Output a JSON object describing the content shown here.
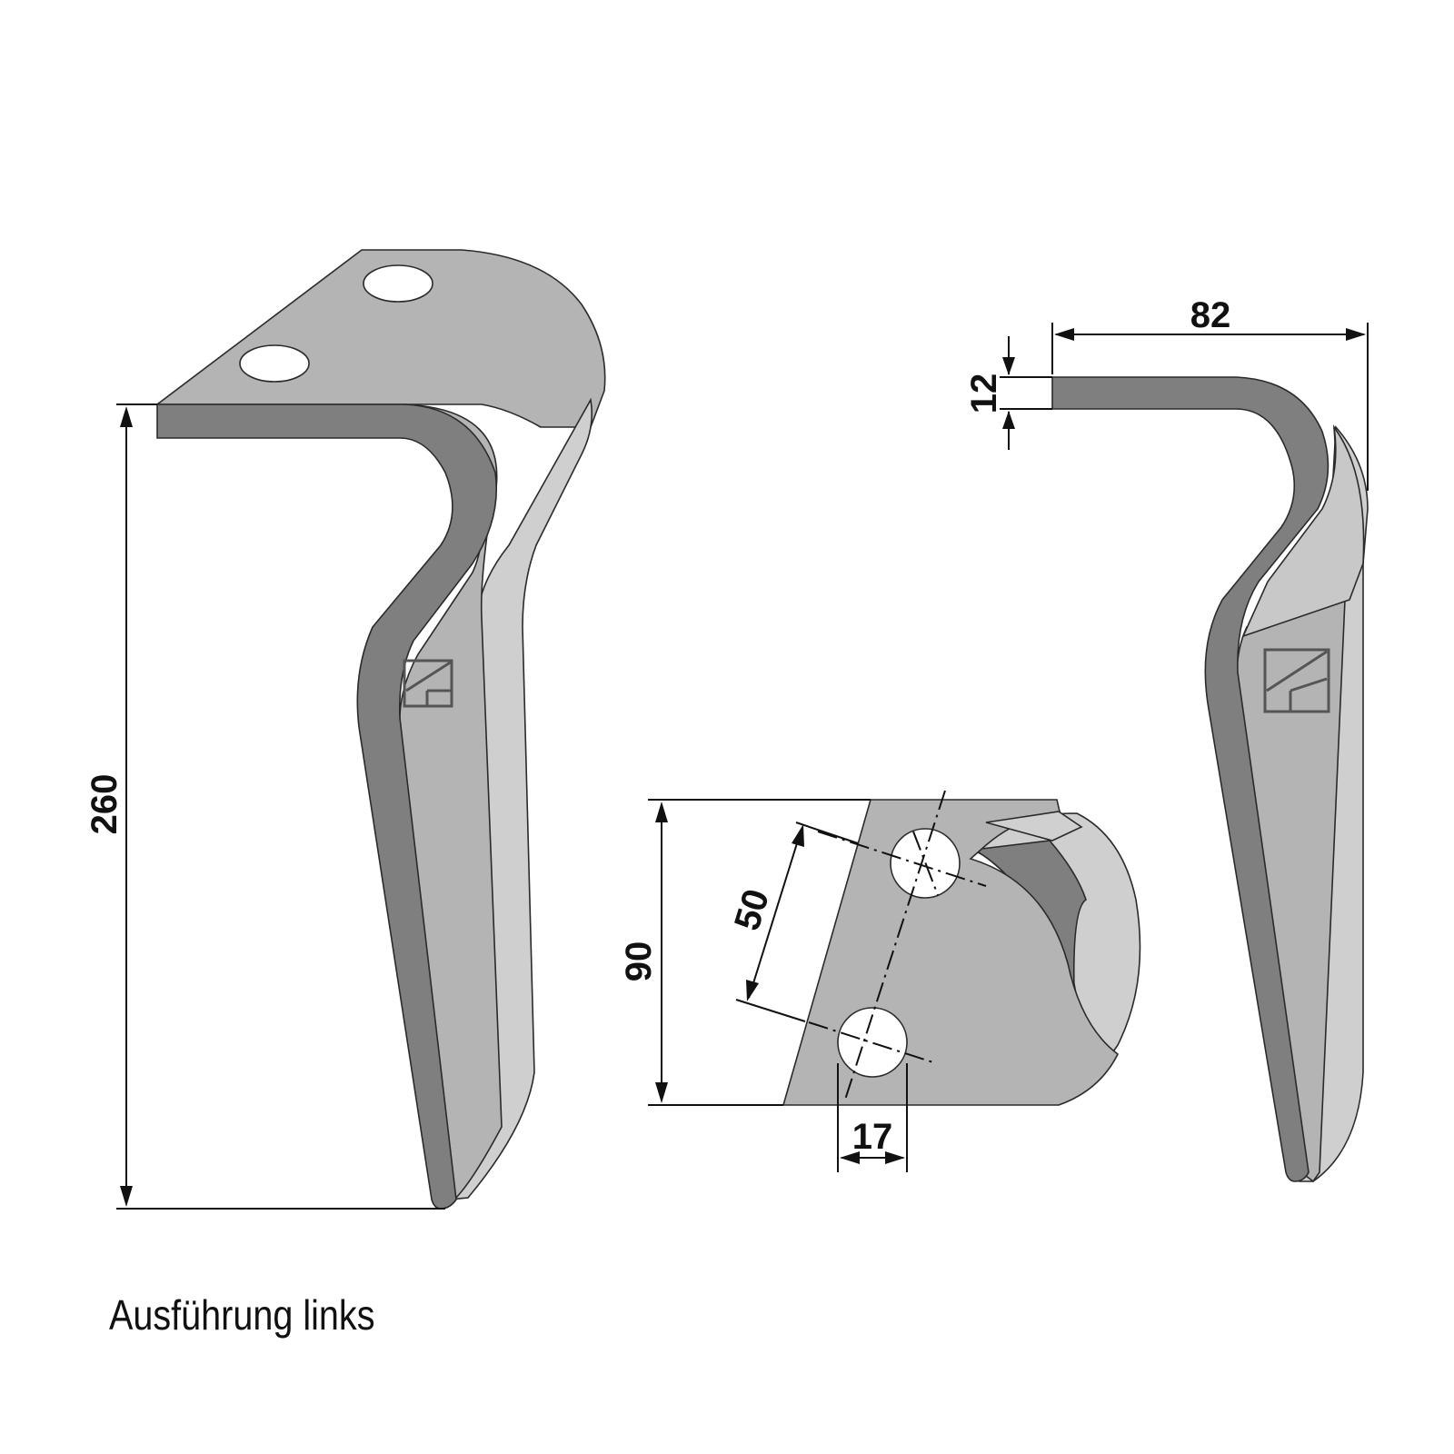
{
  "dimensions": {
    "height": "260",
    "width": "82",
    "thickness": "12",
    "flange_height": "90",
    "hole_spacing": "50",
    "hole_diameter": "17"
  },
  "caption": "Ausführung links",
  "colors": {
    "face": "#b4b4b4",
    "edge": "#7f7f7f",
    "light": "#d0d0d0",
    "dark": "#6e6e6e",
    "line": "#111111"
  },
  "icons": {
    "manufacturer_mark": "square-logo-icon"
  }
}
